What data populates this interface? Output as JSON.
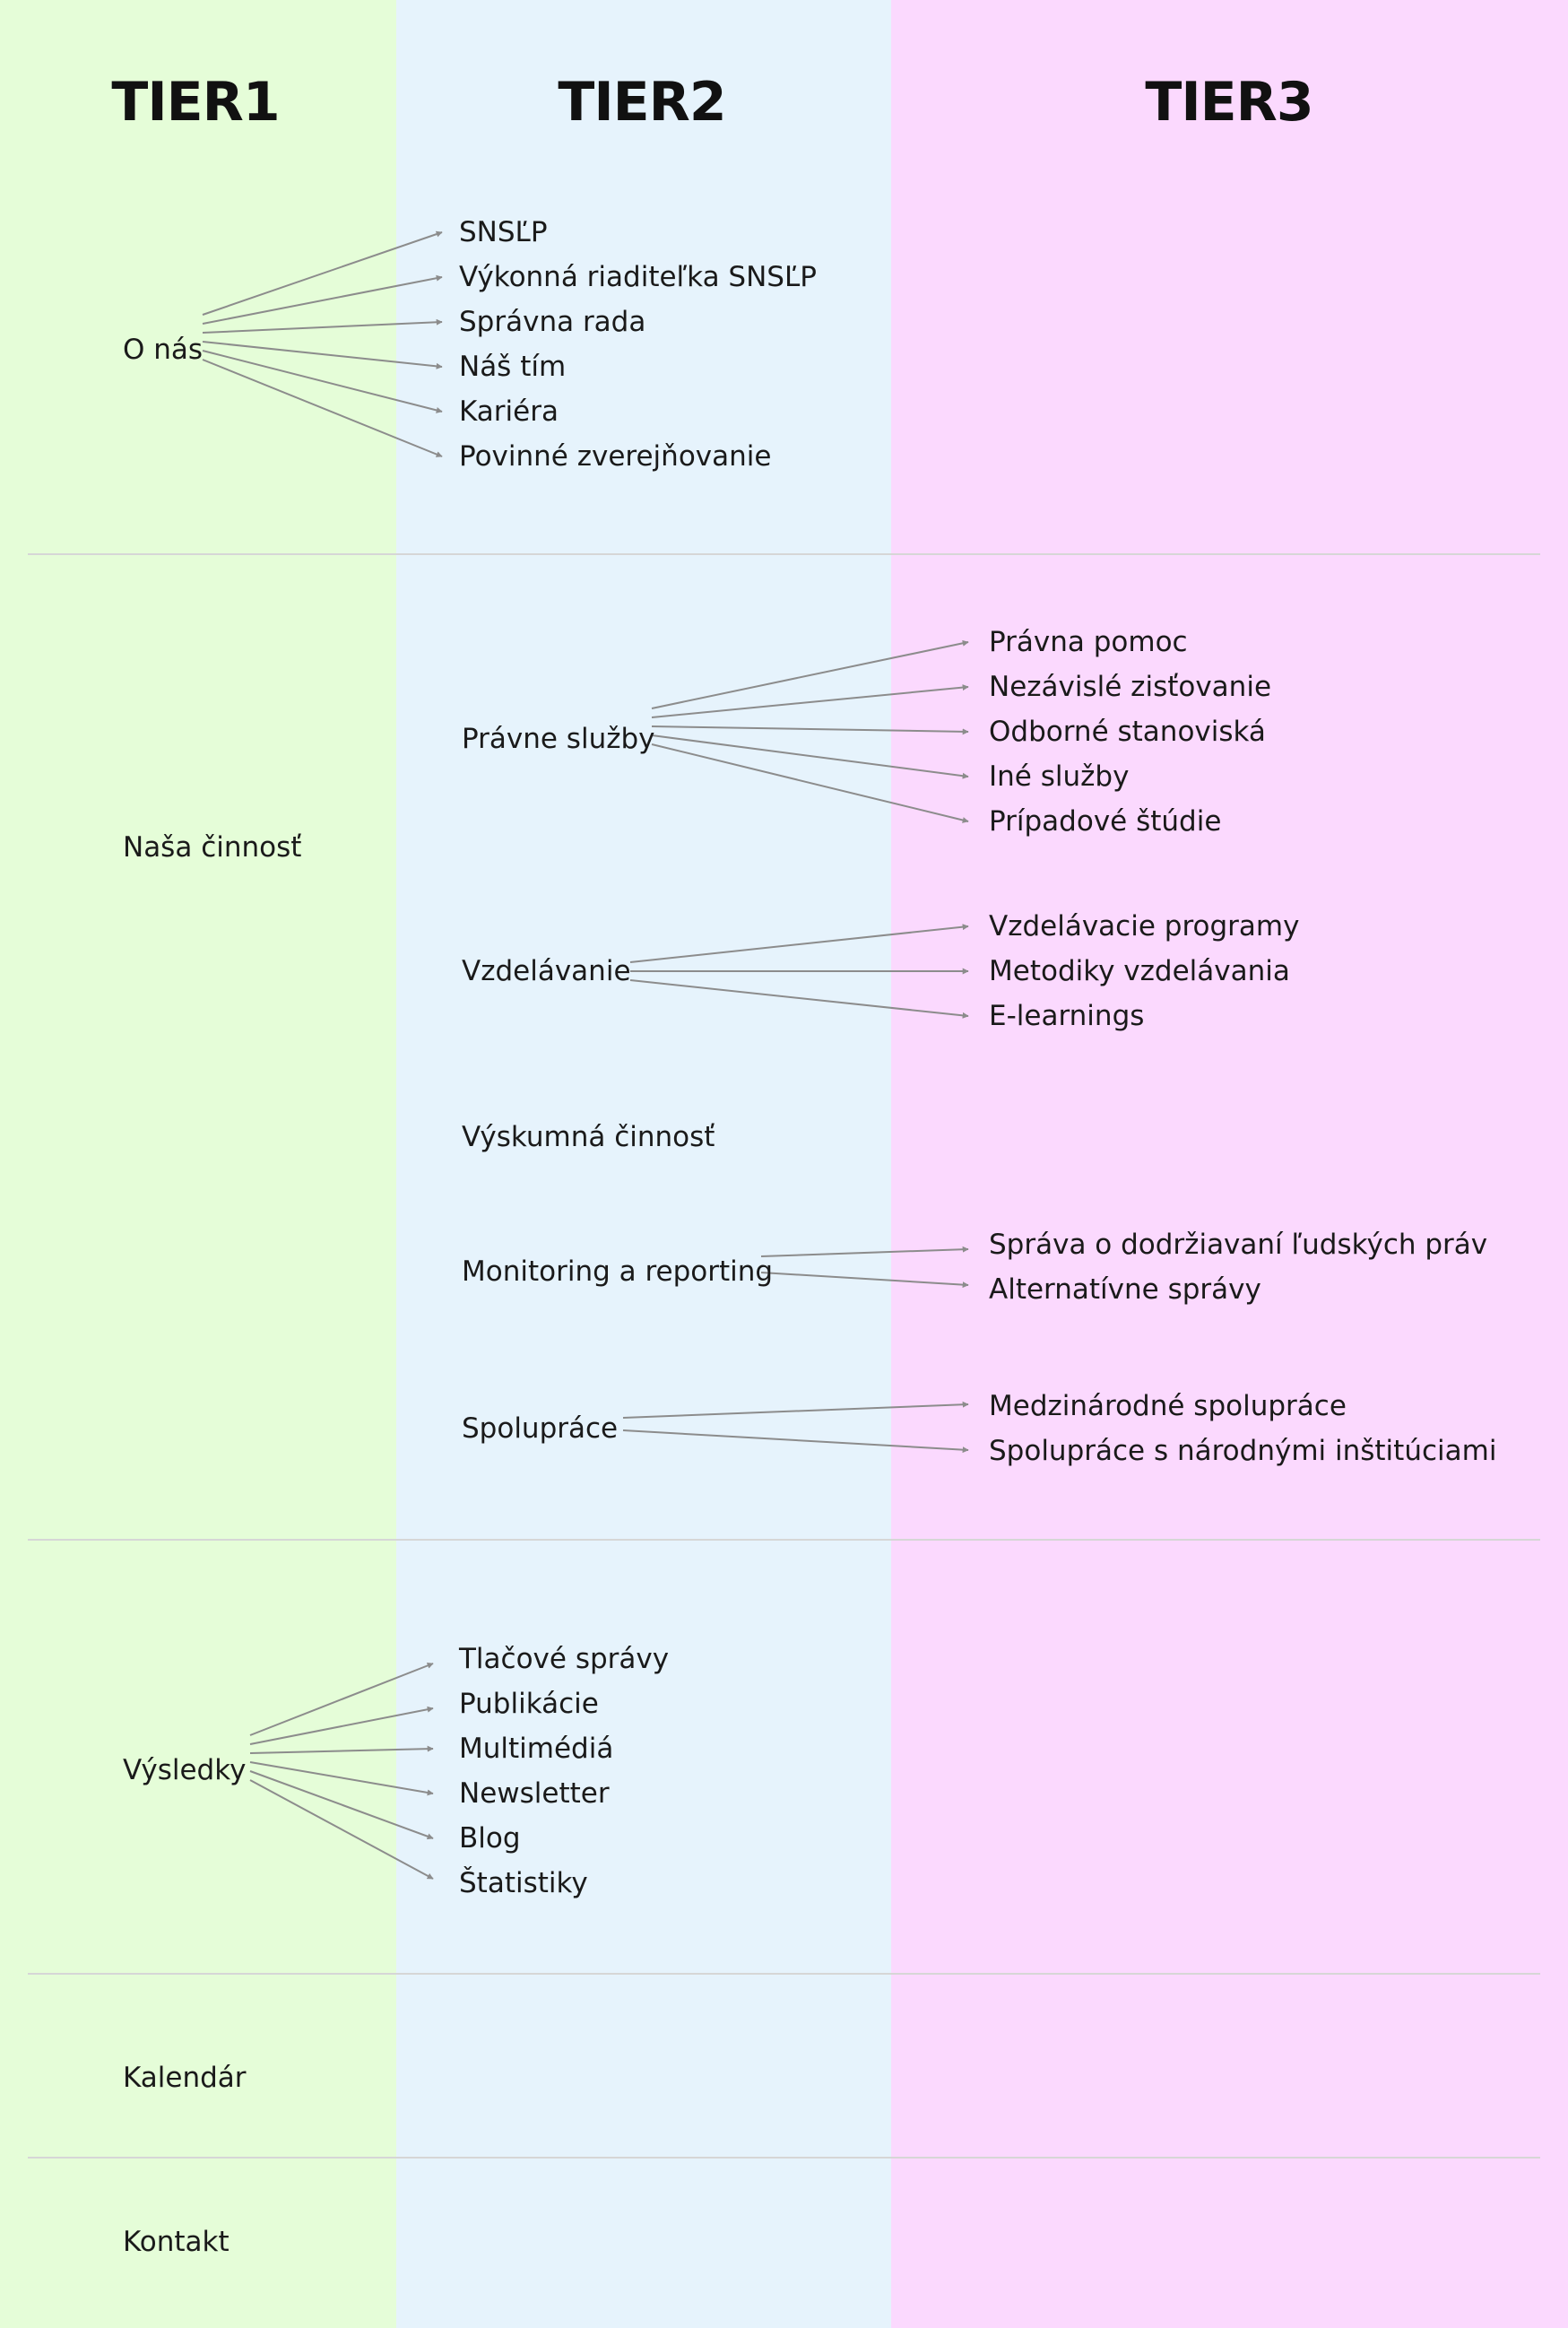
{
  "headers": {
    "tier1": "TIER1",
    "tier2": "TIER2",
    "tier3": "TIER3"
  },
  "colors": {
    "tier1_bg": "#e5fdd8",
    "tier2_bg": "#e6f3fc",
    "tier3_bg": "#fbd9fe",
    "arrow": "#8c8c8c",
    "divider": "#d6d6d6"
  },
  "tier1": {
    "o_nas": "O nás",
    "nasa_cinnost": "Naša činnosť",
    "vysledky": "Výsledky",
    "kalendar": "Kalendár",
    "kontakt": "Kontakt"
  },
  "tier2": {
    "o_nas": [
      "SNSĽP",
      "Výkonná riaditeľka SNSĽP",
      "Správna rada",
      "Náš tím",
      "Kariéra",
      "Povinné zverejňovanie"
    ],
    "nasa_cinnost": [
      "Právne služby",
      "Vzdelávanie",
      "Výskumná činnosť",
      "Monitoring a reporting",
      "Spolupráce"
    ],
    "vysledky": [
      "Tlačové správy",
      "Publikácie",
      "Multimédiá",
      "Newsletter",
      "Blog",
      "Štatistiky"
    ]
  },
  "tier3": {
    "pravne_sluzby": [
      "Právna pomoc",
      "Nezávislé zisťovanie",
      "Odborné stanoviská",
      "Iné služby",
      "Prípadové štúdie"
    ],
    "vzdelavanie": [
      "Vzdelávacie programy",
      "Metodiky vzdelávania",
      "E-learnings"
    ],
    "monitoring": [
      "Správa o dodržiavaní ľudských práv",
      "Alternatívne správy"
    ],
    "spoluprace": [
      "Medzinárodné spolupráce",
      "Spolupráce s národnými inštitúciami"
    ]
  }
}
